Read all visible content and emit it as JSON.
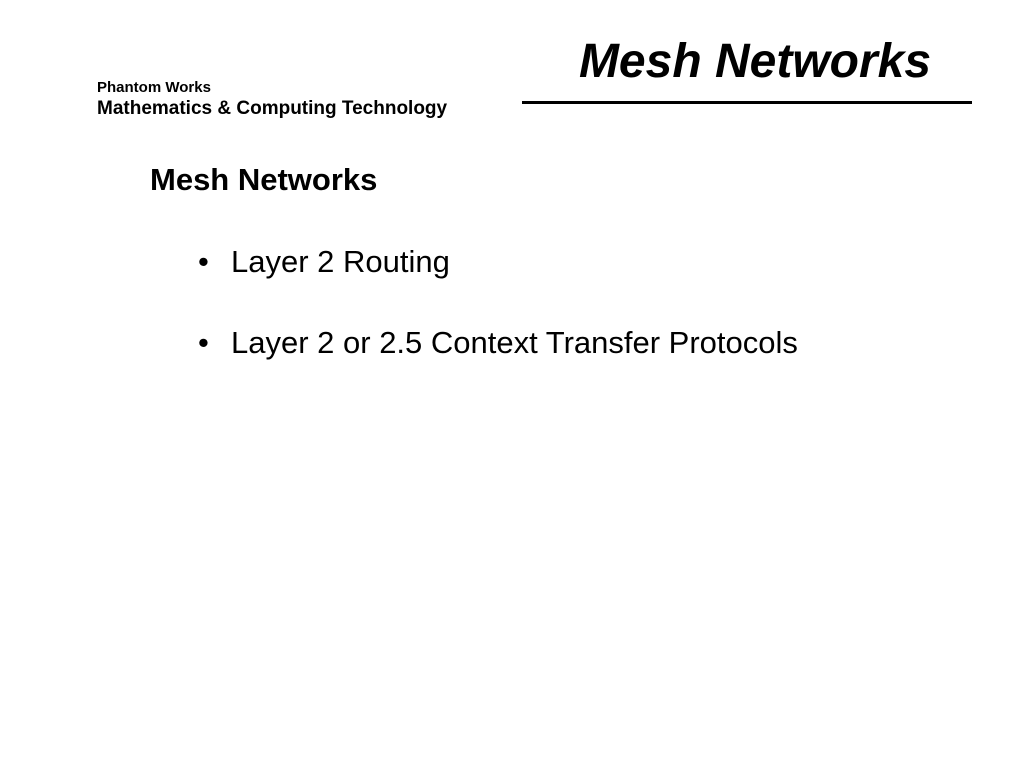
{
  "header": {
    "organization": "Phantom Works",
    "department": "Mathematics & Computing Technology",
    "title": "Mesh Networks"
  },
  "content": {
    "heading": "Mesh Networks",
    "bullet_symbol": "•",
    "bullets": [
      {
        "text": "Layer 2 Routing"
      },
      {
        "text": "Layer 2 or 2.5 Context Transfer Protocols"
      }
    ]
  },
  "colors": {
    "background": "#ffffff",
    "text": "#000000"
  }
}
